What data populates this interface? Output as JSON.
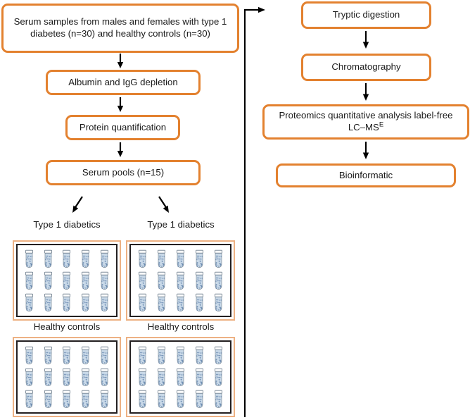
{
  "figure": {
    "type": "flowchart",
    "title": "Proteomics experimental workflow",
    "accent_color": "#e3812f",
    "rack_border_color": "#edb183",
    "rack_inner_color": "#231f20",
    "tube_fill_color": "#c9d9e8"
  },
  "left_column": {
    "boxes": [
      {
        "id": "serum-samples",
        "text": "Serum samples from males and females with type 1 diabetes (n=30) and healthy controls (n=30)"
      },
      {
        "id": "albumin-depletion",
        "text": "Albumin and IgG depletion"
      },
      {
        "id": "protein-quantification",
        "text": "Protein quantification"
      },
      {
        "id": "serum-pools",
        "text": "Serum pools (n=15)"
      }
    ]
  },
  "right_column": {
    "boxes": [
      {
        "id": "tryptic-digestion",
        "text": "Tryptic digestion"
      },
      {
        "id": "chromatography",
        "text": "Chromatography"
      },
      {
        "id": "proteomics-analysis",
        "line1": "Proteomics quantitative analysis label-free",
        "line2_base": "LC–MS",
        "line2_sup": "E"
      },
      {
        "id": "bioinformatic",
        "text": "Bioinformatic"
      }
    ]
  },
  "sample_racks": [
    {
      "id": "rack-top-left",
      "label": "Type 1 diabetics",
      "columns": 5,
      "rows": 3,
      "tube_count": 15
    },
    {
      "id": "rack-top-right",
      "label": "Type 1 diabetics",
      "columns": 5,
      "rows": 3,
      "tube_count": 15
    },
    {
      "id": "rack-bottom-left",
      "label": "Healthy controls",
      "columns": 5,
      "rows": 3,
      "tube_count": 15
    },
    {
      "id": "rack-bottom-right",
      "label": "Healthy controls",
      "columns": 5,
      "rows": 3,
      "tube_count": 15
    }
  ]
}
